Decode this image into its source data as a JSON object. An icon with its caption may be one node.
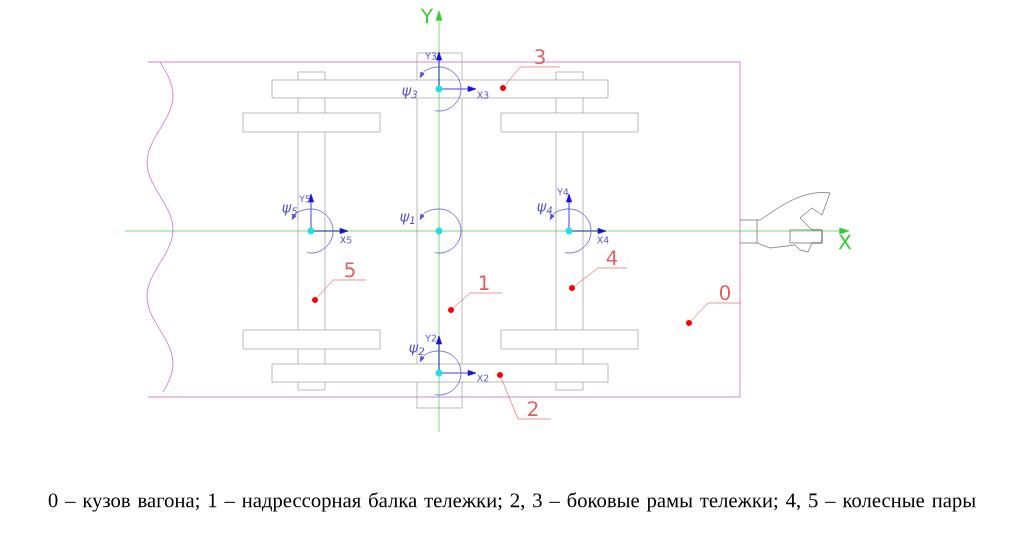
{
  "diagram": {
    "caption": "0 – кузов вагона; 1 – надрессорная балка тележки; 2, 3 – боковые рамы тележки; 4, 5 – колесные пары",
    "nodes": [
      {
        "text": [
          "3"
        ]
      },
      {
        "text": [],
        "shape": "circle"
      },
      {
        "text": [
          "5"
        ]
      },
      {
        "text": [],
        "shape": "circle"
      },
      {
        "text": [
          "1"
        ]
      },
      {
        "text": [],
        "shape": "circle"
      },
      {
        "text": [
          "4"
        ]
      },
      {
        "text": [],
        "shape": "circle"
      },
      {
        "text": [
          "0"
        ]
      },
      {
        "text": [],
        "shape": "circle"
      },
      {
        "text": [
          "2"
        ]
      },
      {
        "text": [],
        "shape": "circle"
      }
    ],
    "edges": [
      {
        "from": 0,
        "to": 1,
        "arrow": "none"
      },
      {
        "from": 2,
        "to": 3,
        "arrow": "none"
      },
      {
        "from": 4,
        "to": 5,
        "arrow": "none"
      },
      {
        "from": 6,
        "to": 7,
        "arrow": "none"
      },
      {
        "from": 8,
        "to": 9,
        "arrow": "none"
      },
      {
        "from": 10,
        "to": 11,
        "arrow": "none"
      }
    ],
    "labels": [
      "Y",
      "Y3",
      "ψ$_{3}$",
      "X3",
      "Y5",
      "ψ$_{5}$",
      "X5",
      "ψ$_{1}$",
      "Y4",
      "ψ$_{4}$",
      "X4",
      "X",
      "Y2",
      "ψ$_{2}$",
      "X2"
    ]
  }
}
